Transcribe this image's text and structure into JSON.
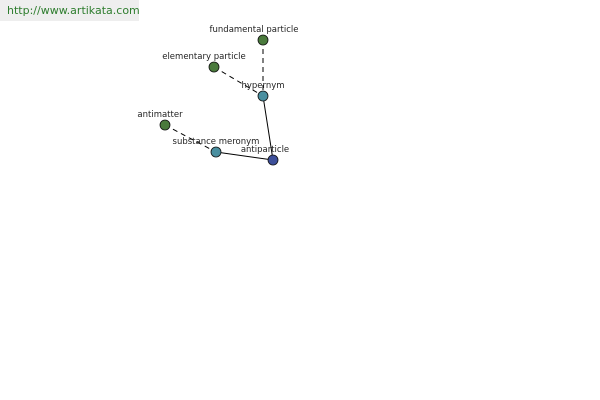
{
  "source_url": "http://www.artikata.com",
  "colors": {
    "term_node": "#4a7a3c",
    "relation_node": "#4a8fa0",
    "center_node": "#3d4f9a"
  },
  "nodes": {
    "fundamental_particle": {
      "label": "fundamental particle",
      "kind": "term"
    },
    "elementary_particle": {
      "label": "elementary particle",
      "kind": "term"
    },
    "hypernym": {
      "label": "hypernym",
      "kind": "relation"
    },
    "antimatter": {
      "label": "antimatter",
      "kind": "term"
    },
    "substance_meronym": {
      "label": "substance meronym",
      "kind": "relation"
    },
    "antiparticle": {
      "label": "antiparticle",
      "kind": "center"
    }
  },
  "edges": [
    {
      "from": "fundamental_particle",
      "to": "hypernym",
      "style": "dashed"
    },
    {
      "from": "elementary_particle",
      "to": "hypernym",
      "style": "dashed"
    },
    {
      "from": "hypernym",
      "to": "antiparticle",
      "style": "solid"
    },
    {
      "from": "antimatter",
      "to": "substance_meronym",
      "style": "dashed"
    },
    {
      "from": "substance_meronym",
      "to": "antiparticle",
      "style": "solid"
    }
  ]
}
